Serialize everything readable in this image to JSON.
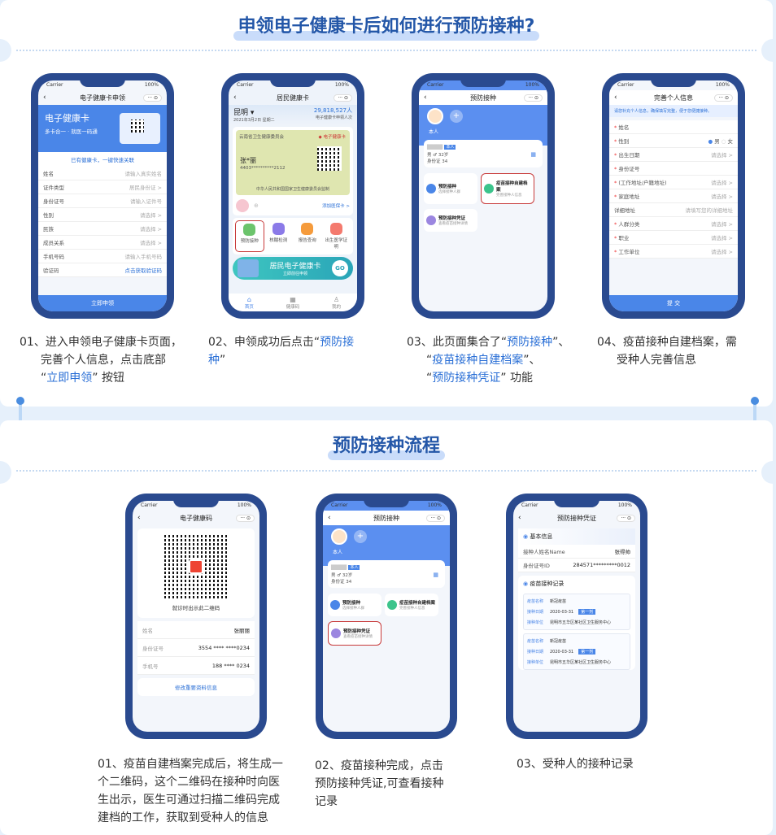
{
  "section1": {
    "title": "申领电子健康卡后如何进行预防接种?",
    "phones": [
      {
        "status_carrier": "Carrier",
        "status_battery": "100%",
        "nav_title": "电子健康卡申领",
        "banner_title": "电子健康卡",
        "banner_sub": "多卡合一 · 就医一码通",
        "link_text": "已有健康卡，一键快速关联",
        "fields": [
          {
            "label": "姓名",
            "value": "请输入真实姓名"
          },
          {
            "label": "证件类型",
            "value": "居民身份证 >"
          },
          {
            "label": "身份证号",
            "value": "请输入证件号"
          },
          {
            "label": "性别",
            "value": "请选择 >"
          },
          {
            "label": "民族",
            "value": "请选择 >"
          },
          {
            "label": "成员关系",
            "value": "请选择 >"
          },
          {
            "label": "手机号码",
            "value": "请输入手机号码"
          },
          {
            "label": "验证码",
            "value": "点击获取验证码"
          }
        ],
        "submit_label": "立即申领"
      },
      {
        "nav_title": "居民健康卡",
        "city": "昆明",
        "date": "2021年3月2日 星期二",
        "count": "29,818,527人",
        "count_label": "电子健康卡申领人次",
        "card_issuer": "云南省卫生健康委员会",
        "card_brand": "电子健康卡",
        "card_name": "张*丽",
        "card_id": "4403**********2112",
        "card_footer": "中华人民共和国国家卫生健康委员会监制",
        "add_member_link": "添加医保卡 >",
        "avatar_label": "本人",
        "services": [
          {
            "label": "预防接种",
            "color": "#6cc46c"
          },
          {
            "label": "核酸检测",
            "color": "#8b7ae8"
          },
          {
            "label": "报告查询",
            "color": "#f59b3c"
          },
          {
            "label": "出生医学证明",
            "color": "#f47a6e"
          }
        ],
        "promo_title": "居民电子健康卡",
        "promo_sub": "立即前往申领",
        "promo_badge": "GO",
        "tabs": [
          "首页",
          "健康码",
          "我的"
        ]
      },
      {
        "nav_title": "预防接种",
        "avatar_label": "本人",
        "person_tag": "本人",
        "person_gender_age": "男 ♂ 32岁",
        "person_id": "身份证 34",
        "tiles": [
          {
            "title": "预防接种",
            "sub": "选择接种人群",
            "color": "#4a86e8"
          },
          {
            "title": "疫苗接种自建档案",
            "sub": "完善接种人信息",
            "color": "#3cc48c"
          },
          {
            "title": "预防接种凭证",
            "sub": "查看疫苗接种详情",
            "color": "#9b86e0"
          }
        ]
      },
      {
        "nav_title": "完善个人信息",
        "notice": "请您补充个人信息，确保填写完整，便于您便捷接种。",
        "fields": [
          {
            "label": "姓名",
            "value": "",
            "required": true
          },
          {
            "label": "性别",
            "value": "男 / 女",
            "required": true
          },
          {
            "label": "出生日期",
            "value": "请选择 >",
            "required": true
          },
          {
            "label": "身份证号",
            "value": "",
            "required": true
          },
          {
            "label": "(工作地址/户籍地址)",
            "value": "请选择 >",
            "required": true
          },
          {
            "label": "家庭地址",
            "value": "请选择 >",
            "required": true
          },
          {
            "label": "详细地址",
            "value": "请填写您的详细地址",
            "required": false
          },
          {
            "label": "人群分类",
            "value": "请选择 >",
            "required": true
          },
          {
            "label": "职业",
            "value": "请选择 >",
            "required": true
          },
          {
            "label": "工作单位",
            "value": "请选择 >",
            "required": true
          }
        ],
        "gender_male": "男",
        "gender_female": "女",
        "submit_label": "提 交"
      }
    ],
    "captions": [
      {
        "parts": [
          "01、进入申领电子健康卡页面，",
          "完善个人信息，点击底部",
          "“",
          "立即申领",
          "” 按钮"
        ]
      },
      {
        "parts": [
          "02、申领成功后点击“",
          "预防接种",
          "”"
        ]
      },
      {
        "parts": [
          "03、此页面集合了“",
          "预防接种",
          "”、",
          "“",
          "疫苗接种自建档案",
          "”、",
          "“",
          "预防接种凭证",
          "” 功能"
        ]
      },
      {
        "parts": [
          "04、疫苗接种自建档案，需",
          "受种人完善信息"
        ]
      }
    ]
  },
  "section2": {
    "title": "预防接种流程",
    "phones": [
      {
        "nav_title": "电子健康码",
        "qr_hint": "就诊时出示此二维码",
        "rows": [
          {
            "label": "姓名",
            "value": "张丽丽"
          },
          {
            "label": "身份证号",
            "value": "3554 **** ****0234"
          },
          {
            "label": "手机号",
            "value": "188 **** 0234"
          }
        ],
        "link": "修改重要资料信息"
      },
      {
        "nav_title": "预防接种",
        "avatar_label": "本人",
        "person_tag": "本人",
        "person_gender_age": "男 ♂ 32岁",
        "person_id": "身份证 34",
        "tiles": [
          {
            "title": "预防接种",
            "sub": "选择接种人群",
            "color": "#4a86e8"
          },
          {
            "title": "疫苗接种自建档案",
            "sub": "完善接种人信息",
            "color": "#3cc48c"
          },
          {
            "title": "预防接种凭证",
            "sub": "查看疫苗接种详情",
            "color": "#9b86e0"
          }
        ]
      },
      {
        "nav_title": "预防接种凭证",
        "basic_header": "基本信息",
        "name_label": "接种人姓名Name",
        "name_value": "张得帅",
        "id_label": "身份证号ID",
        "id_value": "284571*********0012",
        "records_header": "疫苗接种记录",
        "records": [
          {
            "vaccine_label": "疫苗名称",
            "vaccine": "新冠疫苗",
            "date_label": "接种日期",
            "date": "2020-03-31",
            "dose": "第一剂",
            "site_label": "接种单位",
            "site": "昆明市五华区某社区卫生服务中心"
          },
          {
            "vaccine_label": "疫苗名称",
            "vaccine": "新冠疫苗",
            "date_label": "接种日期",
            "date": "2020-03-31",
            "dose": "第一剂",
            "site_label": "接种单位",
            "site": "昆明市五华区某社区卫生服务中心"
          }
        ]
      }
    ],
    "captions": [
      {
        "lines": [
          "01、疫苗自建档案完成后，将生成一",
          "个二维码，这个二维码在接种时向医",
          "生出示，医生可通过扫描二维码完成",
          "建档的工作，获取到受种人的信息"
        ]
      },
      {
        "lines": [
          "02、疫苗接种完成，点击",
          "预防接种凭证,可查看接种",
          "记录"
        ]
      },
      {
        "lines": [
          "03、受种人的接种记录"
        ]
      }
    ]
  },
  "colors": {
    "brand_blue": "#2457a8",
    "highlight": "#2a6fd6",
    "phone_frame": "#2a4a8f",
    "button_blue": "#4a86e8",
    "red_highlight": "#c83a3a"
  }
}
